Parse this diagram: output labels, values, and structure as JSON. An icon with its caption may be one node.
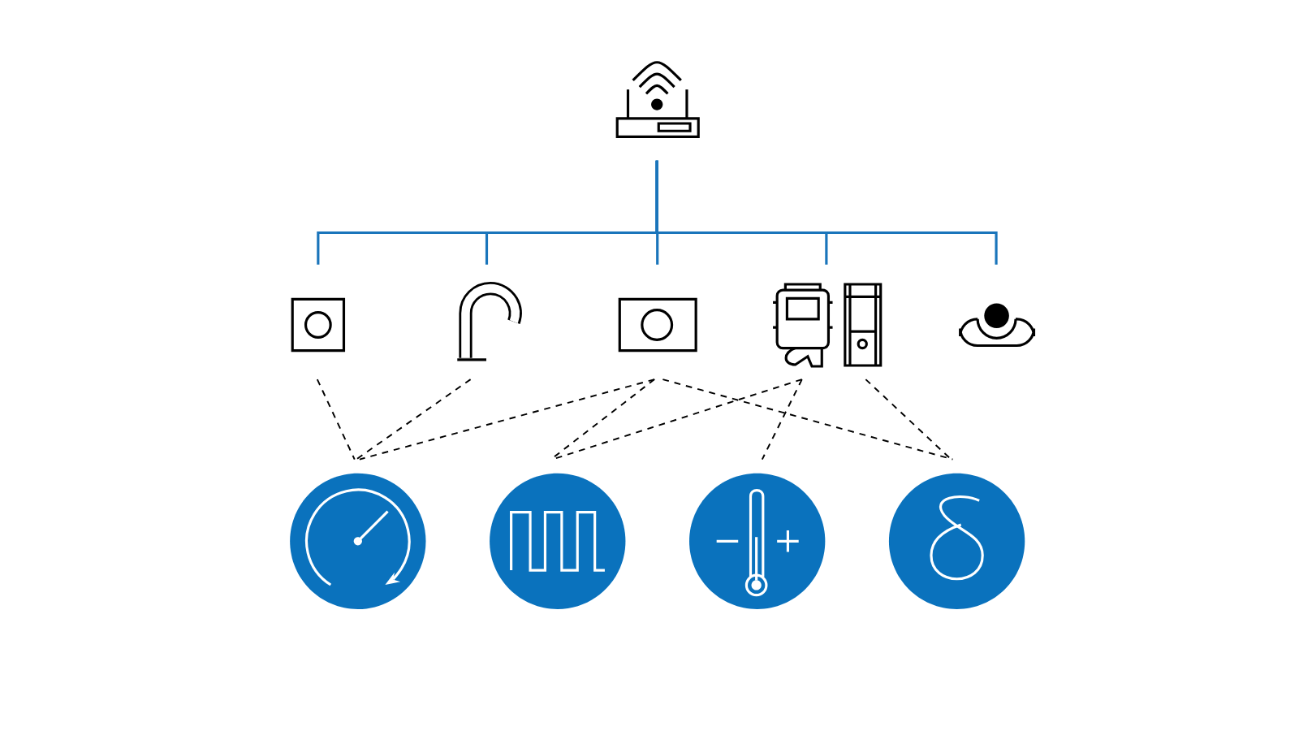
{
  "diagram": {
    "nodes": [
      {
        "text": [],
        "shape": "picture"
      },
      {
        "text": [],
        "shape": "picture"
      },
      {
        "text": [],
        "shape": "picture"
      },
      {
        "text": [],
        "shape": "picture"
      },
      {
        "text": [],
        "shape": "picture"
      },
      {
        "text": [],
        "shape": "picture"
      },
      {
        "text": [],
        "shape": "circle"
      },
      {
        "text": [],
        "shape": "circle"
      },
      {
        "text": [],
        "shape": "circle"
      },
      {
        "text": [],
        "shape": "circle"
      }
    ],
    "edges": [
      {
        "from": 0,
        "to": 1,
        "arrow": "none",
        "color": "#1a75bb"
      },
      {
        "from": 0,
        "to": 2,
        "arrow": "none",
        "color": "#1a75bb"
      },
      {
        "from": 0,
        "to": 3,
        "arrow": "none",
        "color": "#1a75bb"
      },
      {
        "from": 0,
        "to": 4,
        "arrow": "none",
        "color": "#1a75bb"
      },
      {
        "from": 0,
        "to": 5,
        "arrow": "none",
        "color": "#1a75bb"
      },
      {
        "from": 1,
        "to": 6,
        "arrow": "none",
        "style": "dashed"
      },
      {
        "from": 2,
        "to": 6,
        "arrow": "none",
        "style": "dashed"
      },
      {
        "from": 3,
        "to": 6,
        "arrow": "none",
        "style": "dashed"
      },
      {
        "from": 3,
        "to": 7,
        "arrow": "none",
        "style": "dashed"
      },
      {
        "from": 3,
        "to": 9,
        "arrow": "none",
        "style": "dashed"
      },
      {
        "from": 4,
        "to": 7,
        "arrow": "none",
        "style": "dashed"
      },
      {
        "from": 4,
        "to": 8,
        "arrow": "none",
        "style": "dashed"
      },
      {
        "from": 4,
        "to": 9,
        "arrow": "none",
        "style": "dashed"
      }
    ]
  }
}
